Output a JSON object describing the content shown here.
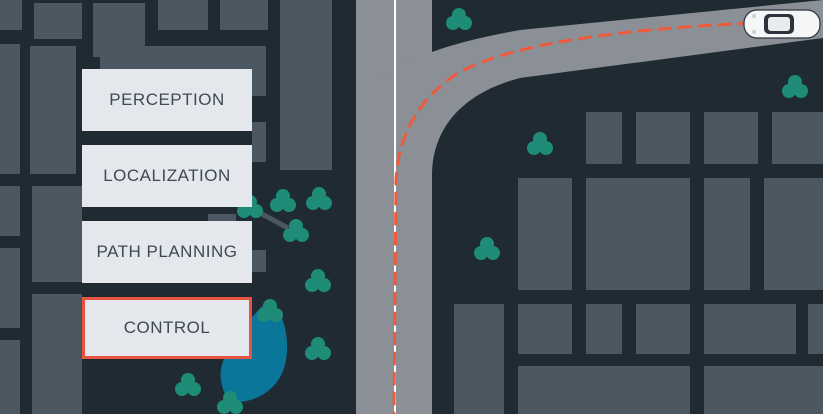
{
  "pipeline": {
    "stages": [
      {
        "label": "PERCEPTION",
        "active": false
      },
      {
        "label": "LOCALIZATION",
        "active": false
      },
      {
        "label": "PATH PLANNING",
        "active": false
      },
      {
        "label": "CONTROL",
        "active": true
      }
    ]
  },
  "map": {
    "icons": [
      "car-icon",
      "tree-icon",
      "pond-icon"
    ]
  },
  "colors": {
    "background": "#1f2a33",
    "block": "#4b5862",
    "road": "#8a9096",
    "lane_line": "#ffffff",
    "path": "#ef5a3c",
    "tree": "#1f8c77",
    "water": "#0a7699",
    "card": "#e4e8ec",
    "card_text": "#3d4954",
    "highlight": "#e8533f"
  }
}
